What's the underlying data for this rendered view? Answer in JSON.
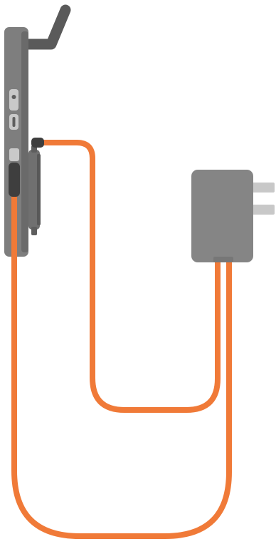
{
  "illustration": {
    "components": [
      {
        "id": "wall-hook",
        "icon": "hook-icon"
      },
      {
        "id": "mounted-device",
        "icon": "device-side-icon"
      },
      {
        "id": "device-buttons",
        "icon": "side-button-icon",
        "count": 2
      },
      {
        "id": "battery-pack",
        "icon": "battery-pack-icon"
      },
      {
        "id": "power-adapter",
        "icon": "power-plug-icon",
        "prongs": 2
      },
      {
        "id": "cable-to-device-port",
        "icon": "cable-icon"
      },
      {
        "id": "cable-to-battery-pack",
        "icon": "cable-icon"
      }
    ],
    "colors": {
      "cable": "#F07A38",
      "device_body": "#7E7E7E",
      "device_dark": "#5E5E5E",
      "hook": "#5A5A5A",
      "adapter": "#858585",
      "prongs": "#C8C8C8",
      "connector": "#3E3E3E",
      "background": "#FFFFFF"
    }
  }
}
